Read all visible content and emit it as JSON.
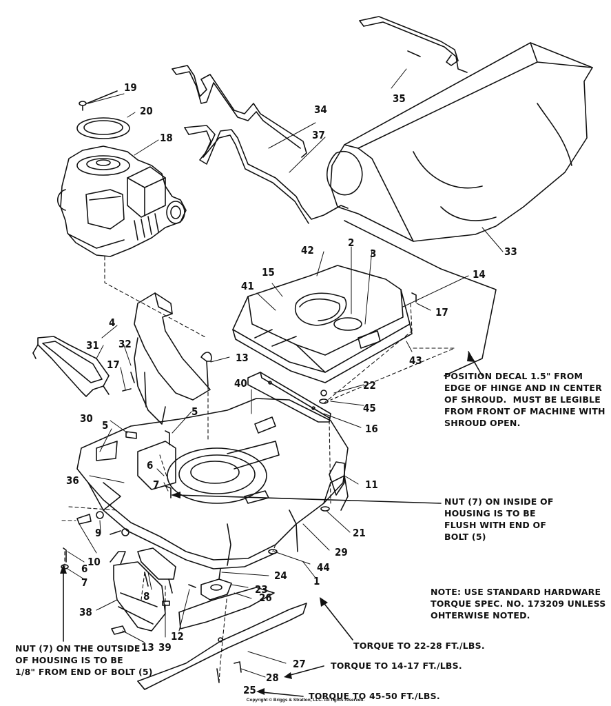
{
  "part_numbers": [
    "1",
    "2",
    "3",
    "4",
    "5",
    "5",
    "6",
    "6",
    "7",
    "7",
    "8",
    "9",
    "10",
    "11",
    "12",
    "13",
    "13",
    "14",
    "15",
    "16",
    "17",
    "17",
    "18",
    "19",
    "20",
    "21",
    "22",
    "23",
    "24",
    "25",
    "26",
    "27",
    "28",
    "29",
    "30",
    "31",
    "32",
    "33",
    "34",
    "35",
    "36",
    "37",
    "38",
    "39",
    "40",
    "41",
    "42",
    "43",
    "44",
    "45"
  ],
  "notes": {
    "decal": "POSITION DECAL 1.5\" FROM\nEDGE OF HINGE AND IN CENTER\nOF SHROUD.  MUST BE LEGIBLE\nFROM FRONT OF MACHINE WITH\nSHROUD OPEN.",
    "nut_inside": "NUT (7) ON INSIDE OF\nHOUSING IS TO BE\nFLUSH WITH END OF\nBOLT (5)",
    "hardware": "NOTE: USE STANDARD HARDWARE\nTORQUE SPEC. NO. 173209 UNLESS\nOHTERWISE NOTED.",
    "nut_outside": "NUT (7) ON THE OUTSIDE\nOF HOUSING IS TO BE\n1/8\" FROM END OF BOLT (5)",
    "torque_1": "TORQUE TO 22-28 FT./LBS.",
    "torque_28": "TORQUE TO 14-17 FT./LBS.",
    "torque_25": "TORQUE TO 45-50 FT./LBS."
  },
  "copyright": "Copyright © Briggs & Stratton, LLC. All rights reserved."
}
